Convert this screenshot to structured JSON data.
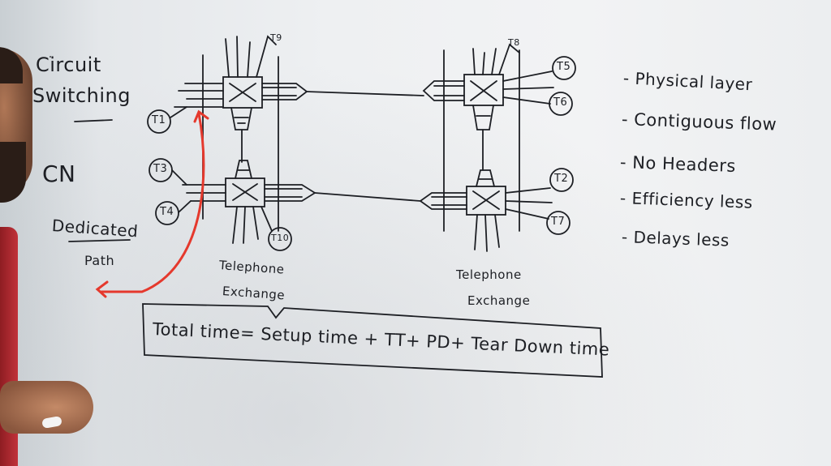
{
  "left_notes": {
    "circuit": "Circuit",
    "switching": "Switching",
    "cn": "CN",
    "dedicated": "Dedicated",
    "path": "Path"
  },
  "terminals": {
    "t1": "T1",
    "t3": "T3",
    "t4": "T4",
    "t9": "T9",
    "t10": "T10",
    "t8": "T8",
    "t5": "T5",
    "t6": "T6",
    "t2": "T2",
    "t7": "T7"
  },
  "exchange_labels": {
    "left_line1": "Telephone",
    "left_line2": "Exchange",
    "right_line1": "Telephone",
    "right_line2": "Exchange"
  },
  "properties": [
    "- Physical layer",
    "- Contiguous flow",
    "- No Headers",
    "- Efficiency less",
    "- Delays less"
  ],
  "formula": "Total time= Setup time + TT+ PD+ Tear Down time",
  "colors": {
    "ink": "#1d1f24",
    "arrow": "#e5392d",
    "board": "#eef0f2"
  }
}
